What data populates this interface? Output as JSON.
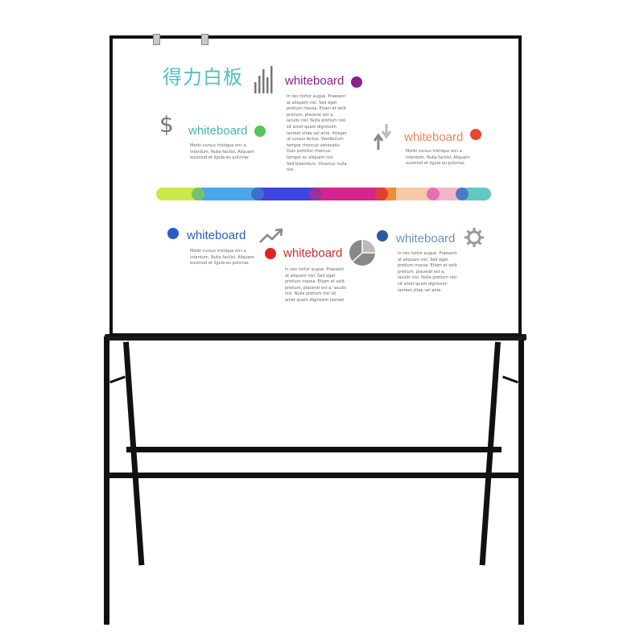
{
  "board": {
    "title": "得力白板",
    "label": "whiteboard",
    "blocks": [
      {
        "id": "top-center",
        "dot_color": "#8a1f8f",
        "label_color": "#8a1f8f",
        "icon": "bar-chart-icon",
        "text": "In nec tortor augue. Praesent\nat aliquam nisl. Sed eget\npretium massa. Etiam et velit\npretium, placerat est a,\niaculis nisl. Nulla pretium nisl\nsit amet quam dignissim\nlaoreet vitae vel ante. Integer\nut cursus lectus. Vestibulum\ntempor rhoncus venenatis.\nDuis porttitor rhoncus\ntempor ac aliquam nisi.\nSed bibendum. Vivamus nulla nisi."
      },
      {
        "id": "top-left",
        "dot_color": "#57c35a",
        "label_color": "#47b8a6",
        "icon": "dollar-icon",
        "text": "Morbi cursus tristique orci a\ninterdum. Nulla facilisi. Aliquam\neuismod et ligula eu pulvinar."
      },
      {
        "id": "top-right",
        "dot_color": "#e8472c",
        "label_color": "#f0845e",
        "icon": "arrows-icon",
        "text": "Morbi cursus tristique orci a\ninterdum. Nulla facilisi. Aliquam\neuismod et ligula eu pulvinar."
      },
      {
        "id": "bottom-left",
        "dot_color": "#2a5bc7",
        "label_color": "#2a5bc7",
        "icon": "",
        "text": "Morbi cursus tristique orci a\ninterdum. Nulla facilisi. Aliquam\neuismod et ligula eu pulvinar."
      },
      {
        "id": "bottom-center",
        "dot_color": "#e02424",
        "label_color": "#d12a2a",
        "icon": "trend-arrow-icon",
        "text": "In nec tortor augue. Praesent\nat aliquam nisl. Sed eget\npretium massa. Etiam et velit\npretium, placerat est a, iaculis\nnisl. Nulla pretium nisl sit\namet quam dignissim laoreet"
      },
      {
        "id": "bottom-right",
        "dot_color": "#2b5a9e",
        "label_color": "#6a93c8",
        "icon": "gear-icon",
        "text": "In nec tortor augue. Praesent\nat aliquam nisl. Sed eget\npretium massa. Etiam et velit\npretium, placerat est a,\niaculis nisl. Nulla pretium nisl\nsit amet quam dignissim\nlaoreet vitae vel ante."
      }
    ],
    "timeline_colors": [
      "#c9e94a",
      "#4aa6e8",
      "#3d44e0",
      "#d4258e",
      "#f08a3c",
      "#f2b6c8",
      "#63c8c0"
    ],
    "node_colors": [
      "#74c26e",
      "#3b6fd1",
      "#9a2fa0",
      "#e0402a",
      "#e36fb0",
      "#4b7bc8"
    ]
  },
  "colors": {
    "frame": "#111111",
    "board": "#ffffff"
  }
}
